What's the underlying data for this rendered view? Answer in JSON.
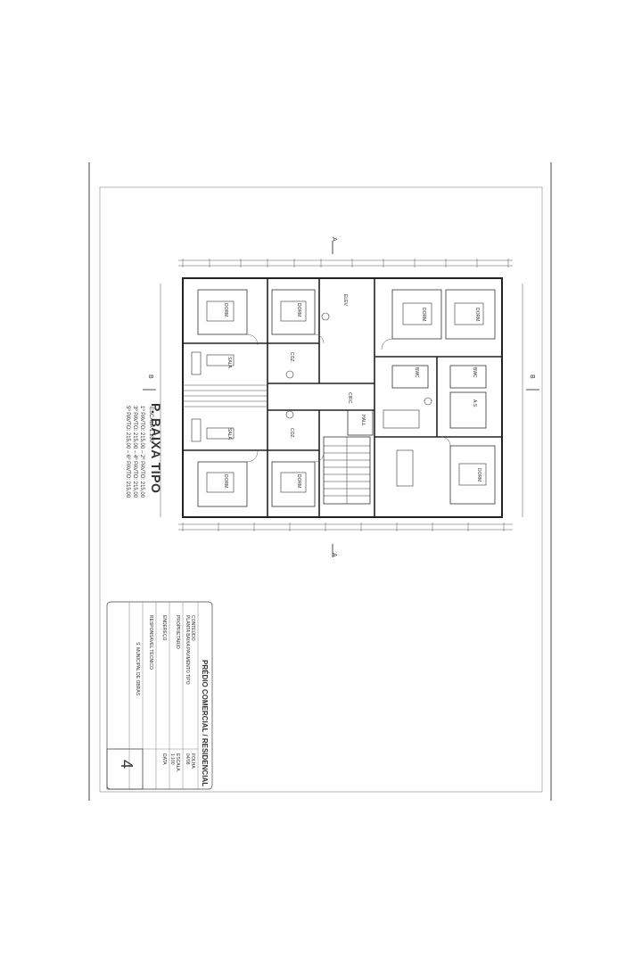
{
  "drawing": {
    "plan_title": "P. BAIXA TIPO",
    "plan_scale": "ESCALA 1:100",
    "plan_notes": [
      "1º PAVTO: 215,00 – 2º PAVTO: 215,00",
      "3º PAVTO: 215,00 – 4º PAVTO: 215,00",
      "5º PAVTO: 215,00 – 6º PAVTO: 215,00"
    ],
    "section_mark": "A",
    "section_mark_alt": "B",
    "rooms": [
      "DORM.",
      "SALA",
      "COZ.",
      "BWC",
      "A.S.",
      "HALL",
      "CIRC.",
      "ELEV."
    ]
  },
  "title_block": {
    "project_title": "PRÉDIO COMERCIAL / RESIDENCIAL",
    "sheet_number": "4",
    "content_label": "CONTEÚDO",
    "content_value": "PLANTA BAIXA PAVIMENTO TIPO",
    "owner_label": "PROPRIETÁRIO",
    "address_label": "ENDEREÇO",
    "responsible_label": "RESPONSÁVEL TÉCNICO",
    "date_label": "DATA",
    "scale_label": "ESCALA",
    "scale_value": "1:100",
    "sheet_label": "FOLHA",
    "sheet_value": "04/08",
    "notes": "S. MUNICIPAL DE OBRAS"
  }
}
